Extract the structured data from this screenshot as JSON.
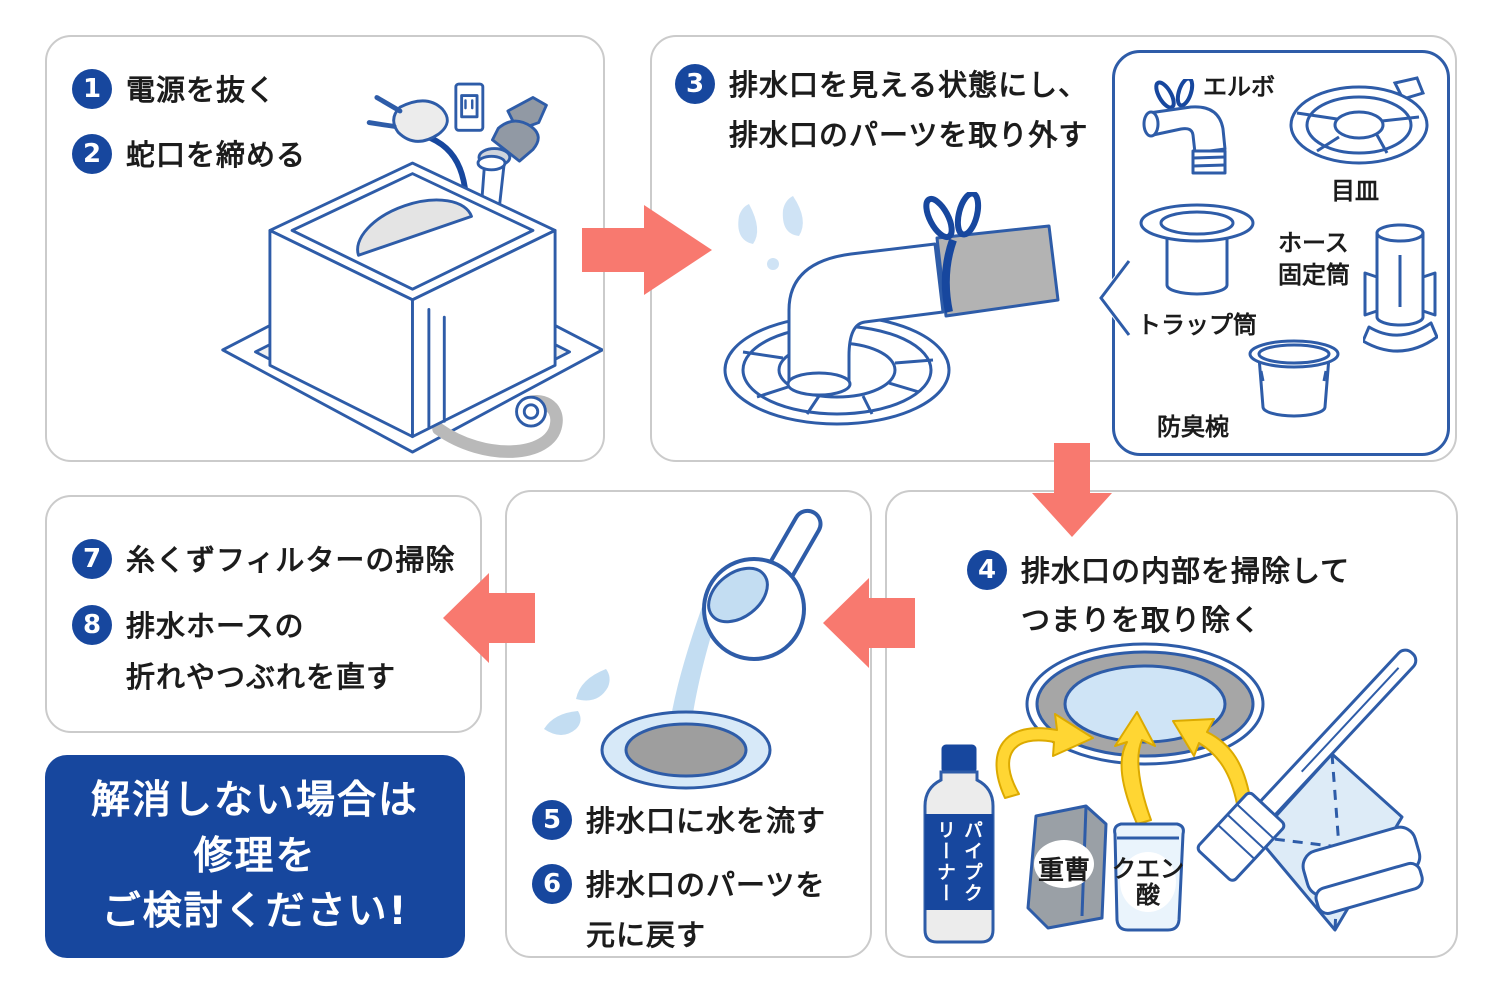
{
  "colors": {
    "accent_blue": "#17479e",
    "outline_blue": "#2e5ca8",
    "arrow_red": "#f8796f",
    "highlight_yellow": "#ffd633",
    "panel_border": "#cbcbcb"
  },
  "panel_power": {
    "steps": [
      {
        "num": "1",
        "text": "電源を抜く"
      },
      {
        "num": "2",
        "text": "蛇口を締める"
      }
    ]
  },
  "panel_remove": {
    "step_num": "3",
    "line1": "排水口を見える状態にし、",
    "line2": "排水口のパーツを取り外す",
    "parts": {
      "elbow": "エルボ",
      "strainer_plate": "目皿",
      "hose_line1": "ホース",
      "hose_line2": "固定筒",
      "trap": "トラップ筒",
      "bowl": "防臭椀"
    }
  },
  "panel_clean": {
    "step_num": "4",
    "line1": "排水口の内部を掃除して",
    "line2": "つまりを取り除く",
    "products": {
      "pipe_cleaner": "パイプクリーナー",
      "baking_soda": "重曹",
      "citric_line1": "クエン",
      "citric_line2": "酸"
    }
  },
  "panel_restore": {
    "steps": [
      {
        "num": "5",
        "line1": "排水口に水を流す"
      },
      {
        "num": "6",
        "line1": "排水口のパーツを",
        "line2": "元に戻す"
      }
    ]
  },
  "panel_filter": {
    "steps": [
      {
        "num": "7",
        "line1": "糸くずフィルターの掃除"
      },
      {
        "num": "8",
        "line1": "排水ホースの",
        "line2": "折れやつぶれを直す"
      }
    ]
  },
  "notice": {
    "line1": "解消しない場合は",
    "line2": "修理を",
    "line3": "ご検討ください!"
  }
}
